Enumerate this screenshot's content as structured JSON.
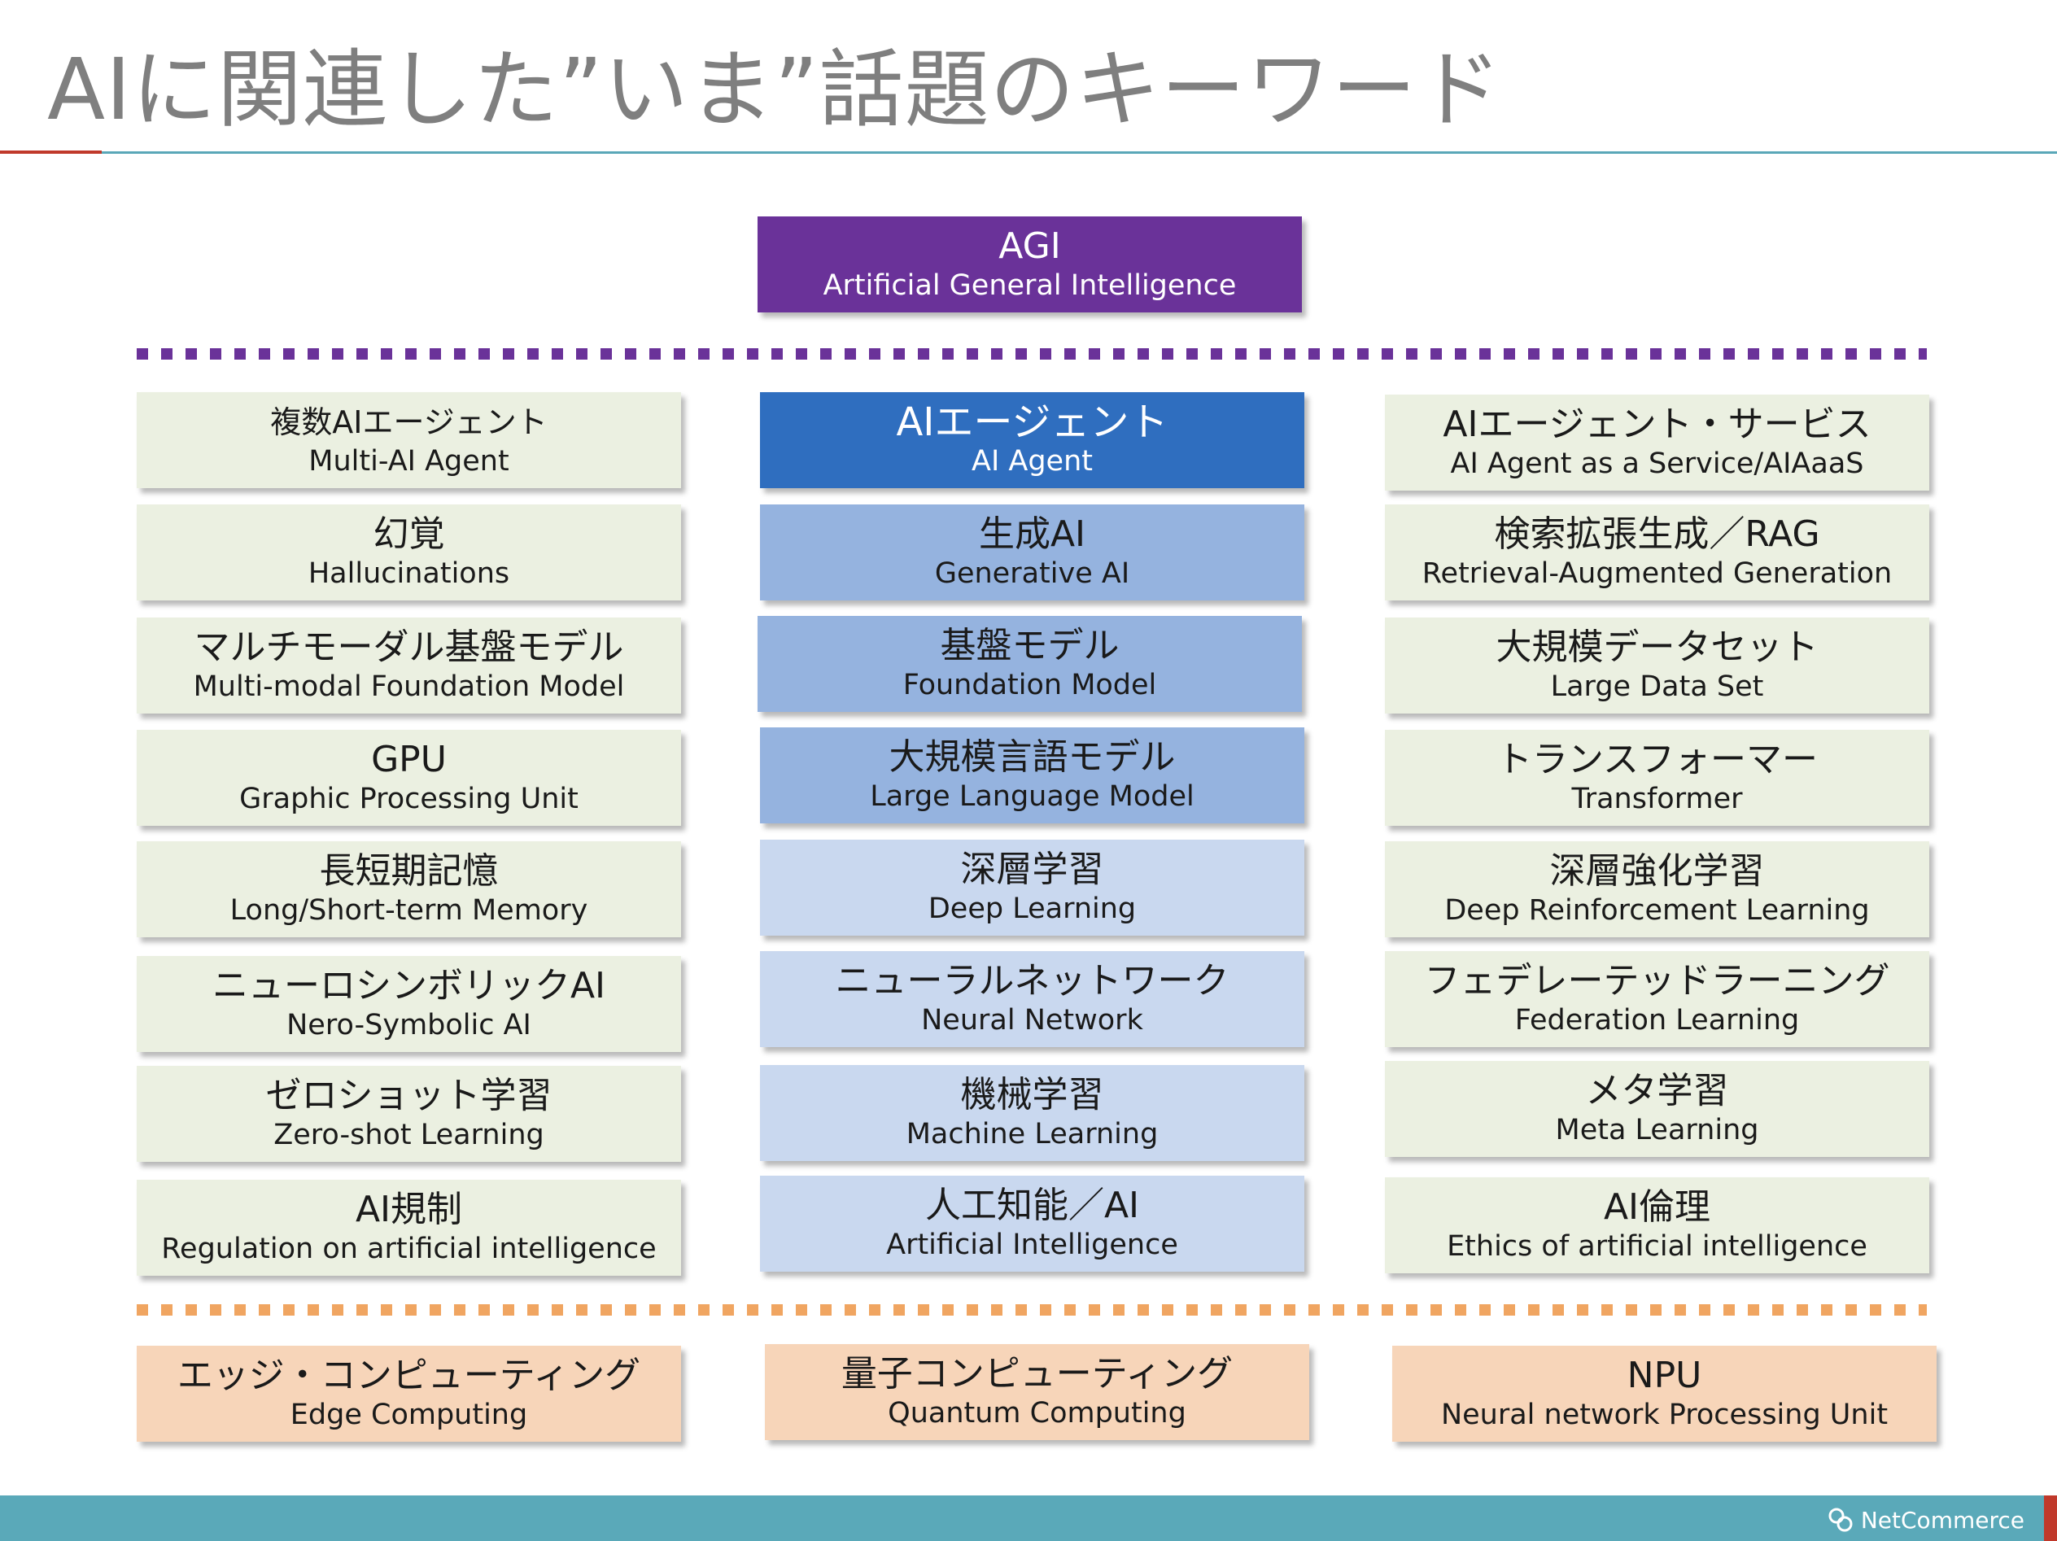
{
  "title": "AIに関連した”いま”話題のキーワード",
  "agi": {
    "jp": "AGI",
    "en": "Artificial General Intelligence"
  },
  "left": [
    {
      "jp": "複数AIエージェント",
      "en": "Multi-AI Agent"
    },
    {
      "jp": "幻覚",
      "en": "Hallucinations"
    },
    {
      "jp": "マルチモーダル基盤モデル",
      "en": "Multi-modal Foundation Model"
    },
    {
      "jp": "GPU",
      "en": "Graphic Processing Unit"
    },
    {
      "jp": "長短期記憶",
      "en": "Long/Short-term Memory"
    },
    {
      "jp": "ニューロシンボリックAI",
      "en": "Nero-Symbolic AI"
    },
    {
      "jp": "ゼロショット学習",
      "en": "Zero-shot Learning"
    },
    {
      "jp": "AI規制",
      "en": "Regulation on artificial intelligence"
    }
  ],
  "middle": [
    {
      "jp": "AIエージェント",
      "en": "AI Agent"
    },
    {
      "jp": "生成AI",
      "en": "Generative AI"
    },
    {
      "jp": "基盤モデル",
      "en": "Foundation Model"
    },
    {
      "jp": "大規模言語モデル",
      "en": "Large Language Model"
    },
    {
      "jp": "深層学習",
      "en": "Deep Learning"
    },
    {
      "jp": "ニューラルネットワーク",
      "en": "Neural Network"
    },
    {
      "jp": "機械学習",
      "en": "Machine Learning"
    },
    {
      "jp": "人工知能／AI",
      "en": "Artificial Intelligence"
    }
  ],
  "right": [
    {
      "jp": "AIエージェント・サービス",
      "en": "AI Agent as a Service/AIAaaS"
    },
    {
      "jp": "検索拡張生成／RAG",
      "en": "Retrieval-Augmented Generation"
    },
    {
      "jp": "大規模データセット",
      "en": "Large Data Set"
    },
    {
      "jp": "トランスフォーマー",
      "en": "Transformer"
    },
    {
      "jp": "深層強化学習",
      "en": "Deep Reinforcement Learning"
    },
    {
      "jp": "フェデレーテッドラーニング",
      "en": "Federation Learning"
    },
    {
      "jp": "メタ学習",
      "en": "Meta Learning"
    },
    {
      "jp": "AI倫理",
      "en": "Ethics of artificial intelligence"
    }
  ],
  "bottom": [
    {
      "jp": "エッジ・コンピューティング",
      "en": "Edge Computing"
    },
    {
      "jp": "量子コンピューティング",
      "en": "Quantum Computing"
    },
    {
      "jp": "NPU",
      "en": "Neural network Processing Unit"
    }
  ],
  "footer": {
    "brand": "NetCommerce"
  },
  "colors": {
    "agi": "#6a3299",
    "agent_dark_blue": "#2f6ebf",
    "mid_blue": "#95b3df",
    "light_blue": "#c9d8ef",
    "side_green": "#ebf0e1",
    "bottom_orange": "#f7d5b9",
    "footer_teal": "#5aa9b9"
  }
}
